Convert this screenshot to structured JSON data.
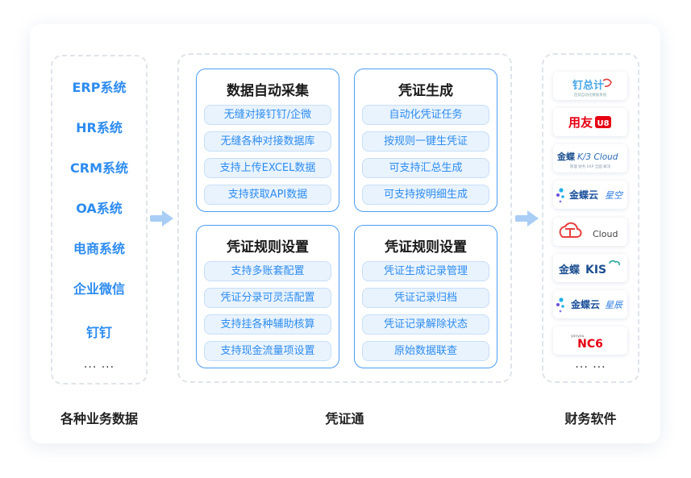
{
  "sources": {
    "items": [
      "ERP系统",
      "HR系统",
      "CRM系统",
      "OA系统",
      "电商系统",
      "企业微信",
      "钉钉"
    ],
    "ellipsis": "... ...",
    "label": "各种业务数据"
  },
  "middle": {
    "label": "凭证通",
    "panels": [
      {
        "title": "数据自动采集",
        "items": [
          "无缝对接钉钉/企微",
          "无缝各种对接数据库",
          "支持上传EXCEL数据",
          "支持获取API数据"
        ]
      },
      {
        "title": "凭证生成",
        "items": [
          "自动化凭证任务",
          "按规则一键生凭证",
          "可支持汇总生成",
          "可支持按明细生成"
        ]
      },
      {
        "title": "凭证规则设置",
        "items": [
          "支持多账套配置",
          "凭证分录可灵活配置",
          "支持挂各种辅助核算",
          "支持现金流量项设置"
        ]
      },
      {
        "title": "凭证规则设置",
        "items": [
          "凭证生成记录管理",
          "凭证记录归档",
          "凭证记录解除状态",
          "原始数据联查"
        ]
      }
    ]
  },
  "targets": {
    "logos": [
      {
        "name": "dingbiao-logo",
        "text": "钉总计",
        "sub": "连续自动化数据系统"
      },
      {
        "name": "yonyou-logo",
        "text": "用友",
        "mark": "U8"
      },
      {
        "name": "kingdee-k3cloud-logo",
        "text": "金蝶",
        "suffix": "K/3 Cloud",
        "sub": "管理 财务 ERP 全面 解决"
      },
      {
        "name": "kingdee-xingkong-logo",
        "text": "金蝶云",
        "suffix": "星空"
      },
      {
        "name": "t-cloud-logo",
        "text": "Cloud"
      },
      {
        "name": "kingdee-kis-logo",
        "text": "金蝶",
        "suffix": "KIS"
      },
      {
        "name": "kingdee-xingchen-logo",
        "text": "金蝶云",
        "suffix": "星辰"
      },
      {
        "name": "nc6-logo",
        "text": "NC6",
        "sub": "yonyou"
      }
    ],
    "ellipsis": "... ...",
    "label": "财务软件"
  },
  "colors": {
    "accent": "#2d8cf0",
    "pill_bg": "#e9f3fe",
    "panel_border": "#4c9df5",
    "arrow": "#a9cdf5",
    "brand_red": "#e60012"
  }
}
